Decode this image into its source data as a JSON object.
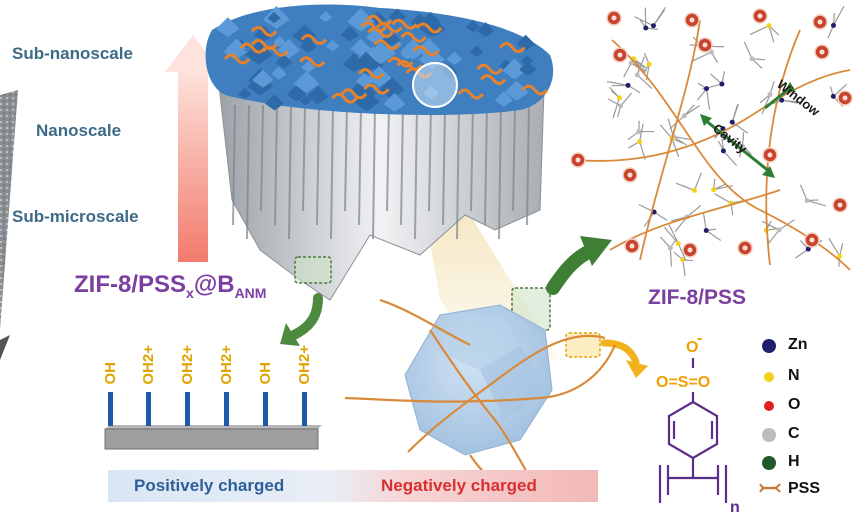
{
  "scale_axis": {
    "labels": [
      "Sub-nanoscale",
      "Nanoscale",
      "Sub-microscale"
    ]
  },
  "membrane_label": {
    "base": "ZIF-8/PSS",
    "sub1": "x",
    "mid": "@B",
    "sub2": "ANM"
  },
  "framework_label": "ZIF-8/PSS",
  "framework_annotations": {
    "window": "Window",
    "cavity": "Cavity"
  },
  "surface_groups": [
    "OH",
    "OH2+",
    "OH2+",
    "OH2+",
    "OH",
    "OH2+"
  ],
  "charge_bar": {
    "positive": "Positively charged",
    "negative": "Negatively charged"
  },
  "pss_structure": {
    "sulfonate_top": "O",
    "sulfonate_charge": "-",
    "sulfonate_row": "O=S=O",
    "repeat_subscript": "n"
  },
  "legend": [
    {
      "label": "Zn",
      "color": "#1f1f6e"
    },
    {
      "label": "N",
      "color": "#f2d21b"
    },
    {
      "label": "O",
      "color": "#e02020"
    },
    {
      "label": "C",
      "color": "#bdbdbd"
    },
    {
      "label": "H",
      "color": "#1f5a2a"
    },
    {
      "label": "PSS",
      "color": "#c8772f"
    }
  ],
  "colors": {
    "scale_text": "#3d6b87",
    "title_purple": "#7b3fa0",
    "positive_blue": "#2f5f98",
    "negative_red": "#d93030",
    "hydroxyl_yellow": "#e0a400",
    "green_arrow": "#3f7f34",
    "orange_arrow": "#f3b21c"
  }
}
